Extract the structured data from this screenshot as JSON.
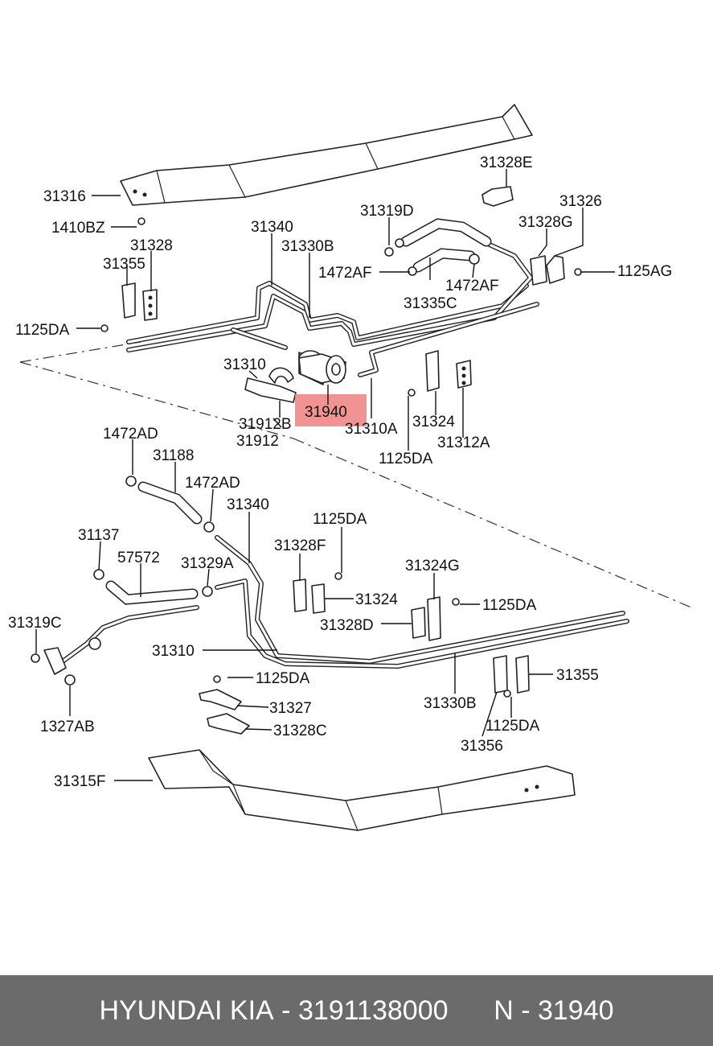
{
  "colors": {
    "background": "#ffffff",
    "footer_bg": "#6b6b6b",
    "footer_text": "#ffffff",
    "highlight": "#f08080",
    "line": "#222222"
  },
  "labels": {
    "l31316": "31316",
    "l1410BZ": "1410BZ",
    "l31328": "31328",
    "l31355_top": "31355",
    "l1125DA_a": "1125DA",
    "l31340_top": "31340",
    "l31330B_top": "31330B",
    "l31319D": "31319D",
    "l1472AF_a": "1472AF",
    "l31335C": "31335C",
    "l1472AF_b": "1472AF",
    "l31328E": "31328E",
    "l31326": "31326",
    "l31328G": "31328G",
    "l1125AG": "1125AG",
    "l31310_top": "31310",
    "l31912B": "31912B",
    "l31912": "31912",
    "l31940": "31940",
    "l31310A": "31310A",
    "l1125DA_b": "1125DA",
    "l31324_top": "31324",
    "l31312A": "31312A",
    "l1472AD_a": "1472AD",
    "l31188": "31188",
    "l1472AD_b": "1472AD",
    "l31340_mid": "31340",
    "l31137": "31137",
    "l57572": "57572",
    "l31329A": "31329A",
    "l31319C": "31319C",
    "l1327AB": "1327AB",
    "l31310_mid": "31310",
    "l1125DA_c": "1125DA",
    "l31328F": "31328F",
    "l31324_mid": "31324",
    "l31324G": "31324G",
    "l1125DA_d": "1125DA",
    "l31328D": "31328D",
    "l1125DA_e": "1125DA",
    "l31327": "31327",
    "l31328C": "31328C",
    "l31330B_bot": "31330B",
    "l31355_bot": "31355",
    "l1125DA_f": "1125DA",
    "l31356": "31356",
    "l31315F": "31315F"
  },
  "footer": {
    "brand": "HYUNDAI KIA",
    "separator": " - ",
    "part_number": "3191138000",
    "ref_prefix": "N - ",
    "ref_number": "31940"
  }
}
